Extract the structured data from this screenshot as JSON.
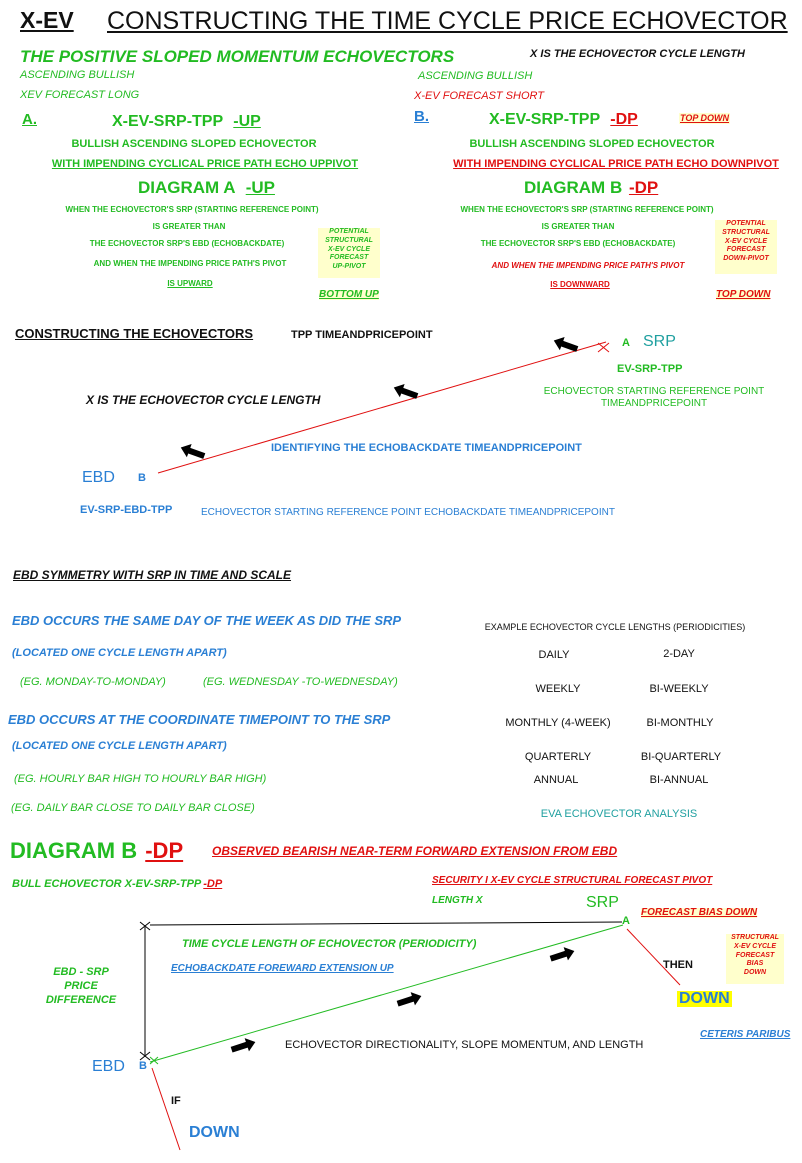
{
  "header": {
    "code": "X-EV",
    "title": "CONSTRUCTING THE TIME CYCLE PRICE ECHOVECTOR"
  },
  "left_col": {
    "heading": "THE POSITIVE SLOPED MOMENTUM ECHOVECTORS",
    "sub1": "ASCENDING BULLISH",
    "sub2": "XEV FORECAST LONG",
    "letter": "A.",
    "code_main": "X-EV-SRP-TPP",
    "code_suffix": "-UP",
    "line1": "BULLISH ASCENDING SLOPED ECHOVECTOR",
    "line2": "WITH IMPENDING CYCLICAL PRICE PATH ECHO UPPIVOT",
    "diagram_main": "DIAGRAM A",
    "diagram_suffix": "-UP",
    "cond1": "WHEN THE ECHOVECTOR'S SRP (STARTING REFERENCE POINT)",
    "cond2": "IS GREATER THAN",
    "cond3": "THE ECHOVECTOR SRP'S EBD (ECHOBACKDATE)",
    "cond4": "AND WHEN THE IMPENDING PRICE PATH'S PIVOT",
    "cond5": "IS UPWARD",
    "note": [
      "POTENTIAL",
      "STRUCTURAL",
      "X-EV CYCLE",
      "FORECAST",
      "UP-PIVOT"
    ],
    "note_label": "BOTTOM UP"
  },
  "right_col": {
    "heading": "X IS THE ECHOVECTOR CYCLE LENGTH",
    "sub1": "ASCENDING BULLISH",
    "sub2": "X-EV FORECAST SHORT",
    "letter": "B.",
    "code_main": "X-EV-SRP-TPP",
    "code_suffix": "-DP",
    "tag": "TOP DOWN",
    "line1": "BULLISH ASCENDING SLOPED ECHOVECTOR",
    "line2": "WITH IMPENDING CYCLICAL PRICE PATH ECHO DOWNPIVOT",
    "diagram_main": "DIAGRAM B",
    "diagram_suffix": "-DP",
    "cond1": "WHEN THE ECHOVECTOR'S SRP (STARTING REFERENCE POINT)",
    "cond2": "IS GREATER THAN",
    "cond3": "THE ECHOVECTOR SRP'S EBD (ECHOBACKDATE)",
    "cond4": "AND WHEN THE IMPENDING PRICE PATH'S PIVOT",
    "cond5": "IS DOWNWARD",
    "note": [
      "POTENTIAL",
      "STRUCTURAL",
      "X-EV CYCLE",
      "FORECAST",
      "DOWN-PIVOT"
    ],
    "note_label": "TOP DOWN"
  },
  "construct": {
    "heading": "CONSTRUCTING THE ECHOVECTORS",
    "tpp": "TPP TIMEANDPRICEPOINT",
    "cycle_len": "X IS THE ECHOVECTOR CYCLE LENGTH",
    "point_a": "A",
    "srp": "SRP",
    "ev_srp_tpp": "EV-SRP-TPP",
    "srp_desc1": "ECHOVECTOR STARTING REFERENCE POINT",
    "srp_desc2": "TIMEANDPRICEPOINT",
    "identify": "IDENTIFYING THE ECHOBACKDATE TIMEANDPRICEPOINT",
    "ebd": "EBD",
    "point_b": "B",
    "ebd_code": "EV-SRP-EBD-TPP",
    "ebd_desc": "ECHOVECTOR STARTING REFERENCE POINT ECHOBACKDATE TIMEANDPRICEPOINT"
  },
  "symmetry": {
    "heading": "EBD SYMMETRY WITH SRP IN TIME AND SCALE",
    "l1": "EBD OCCURS THE SAME DAY OF THE WEEK AS DID THE SRP",
    "l2": "(LOCATED ONE CYCLE LENGTH APART)",
    "l3a": "(EG. MONDAY-TO-MONDAY)",
    "l3b": "(EG. WEDNESDAY -TO-WEDNESDAY)",
    "l4": "EBD OCCURS AT THE COORDINATE TIMEPOINT TO THE SRP",
    "l5": "(LOCATED ONE CYCLE LENGTH APART)",
    "l6": "(EG. HOURLY BAR HIGH TO HOURLY BAR HIGH)",
    "l7": "(EG. DAILY BAR CLOSE TO DAILY BAR CLOSE)"
  },
  "lengths": {
    "title": "EXAMPLE ECHOVECTOR CYCLE LENGTHS (PERIODICITIES)",
    "rows": [
      [
        "DAILY",
        "2-DAY"
      ],
      [
        "WEEKLY",
        "BI-WEEKLY"
      ],
      [
        "MONTHLY (4-WEEK)",
        "BI-MONTHLY"
      ],
      [
        "QUARTERLY",
        "BI-QUARTERLY"
      ],
      [
        "ANNUAL",
        "BI-ANNUAL"
      ]
    ],
    "eva": "EVA ECHOVECTOR ANALYSIS"
  },
  "diagram_b": {
    "title_main": "DIAGRAM B",
    "title_suffix": "-DP",
    "observed": "OBSERVED BEARISH NEAR-TERM FORWARD EXTENSION FROM EBD",
    "bull_main": "BULL ECHOVECTOR X-EV-SRP-TPP",
    "bull_suffix": "-DP",
    "security": "SECURITY I X-EV CYCLE STRUCTURAL FORECAST PIVOT",
    "length_x": "LENGTH X",
    "srp": "SRP",
    "point_a": "A",
    "forecast_bias": "FORECAST BIAS DOWN",
    "time_cycle": "TIME CYCLE LENGTH OF ECHOVECTOR (PERIODICITY)",
    "ebd_ext": "ECHOBACKDATE FOREWARD EXTENSION UP",
    "diff": [
      "EBD - SRP",
      "PRICE",
      "DIFFERENCE"
    ],
    "note": [
      "STRUCTURAL",
      "X-EV CYCLE",
      "FORECAST",
      "BIAS",
      "DOWN"
    ],
    "then": "THEN",
    "down_right": "DOWN",
    "ceteris": "CETERIS PARIBUS",
    "directionality": "ECHOVECTOR DIRECTIONALITY, SLOPE MOMENTUM, AND LENGTH",
    "ebd": "EBD",
    "point_b": "B",
    "if": "IF",
    "down_bottom": "DOWN"
  },
  "colors": {
    "green": "#22bb22",
    "red": "#e01010",
    "blue": "#2a7fd4",
    "teal": "#20a0a0",
    "note_bg": "#ffffcc",
    "highlight": "#ffff00"
  }
}
